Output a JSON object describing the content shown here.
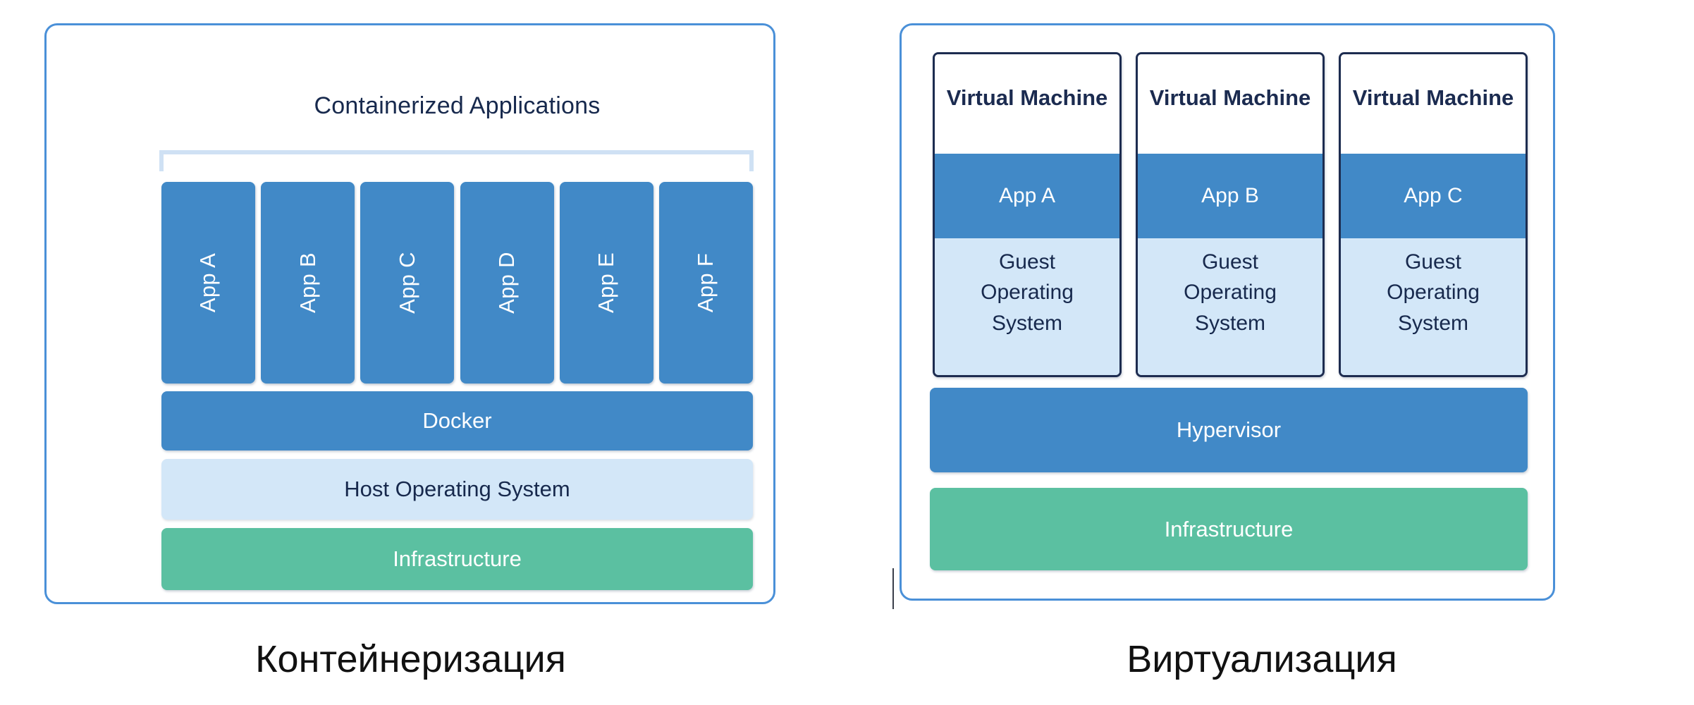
{
  "colors": {
    "primary_blue": "#4189c7",
    "light_blue": "#d3e7f8",
    "green": "#5bc0a1",
    "panel_border_blue": "#4a90d8",
    "bracket_light_blue": "#cfe1f4",
    "vm_border_navy": "#1d2c50",
    "heading_navy": "#17294d",
    "caption_black": "#111111"
  },
  "left": {
    "title": "Containerized Applications",
    "apps": [
      "App A",
      "App B",
      "App C",
      "App D",
      "App E",
      "App F"
    ],
    "docker_label": "Docker",
    "host_os_label": "Host Operating System",
    "infrastructure_label": "Infrastructure",
    "caption": "Контейнеризация"
  },
  "right": {
    "vms": [
      {
        "title": "Virtual Machine",
        "app": "App A",
        "guest_os": "Guest Operating System"
      },
      {
        "title": "Virtual Machine",
        "app": "App B",
        "guest_os": "Guest Operating System"
      },
      {
        "title": "Virtual Machine",
        "app": "App C",
        "guest_os": "Guest Operating System"
      }
    ],
    "hypervisor_label": "Hypervisor",
    "infrastructure_label": "Infrastructure",
    "caption": "Виртуализация"
  }
}
